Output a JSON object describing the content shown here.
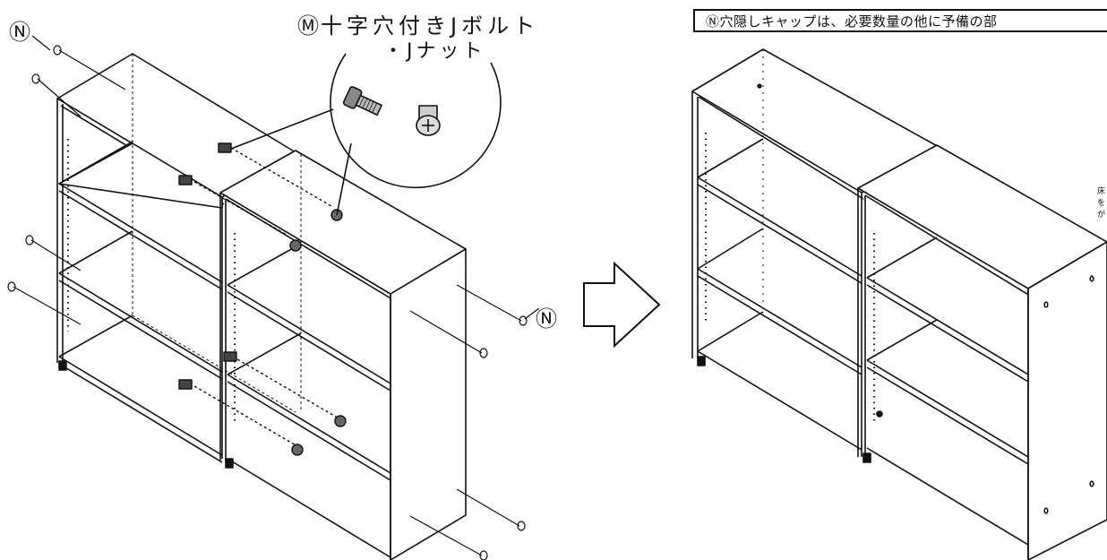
{
  "callout": {
    "marker": "Ⓜ",
    "title_line1": "十字穴付きJボルト",
    "title_line2": "・Jナット"
  },
  "markers": {
    "cap_left": "Ⓝ",
    "cap_right": "Ⓝ"
  },
  "note": {
    "text": "Ⓝ穴隠しキャップは、必要数量の他に予備の部"
  },
  "side_note": {
    "line1": "床",
    "line2": "を",
    "line3": "が"
  }
}
